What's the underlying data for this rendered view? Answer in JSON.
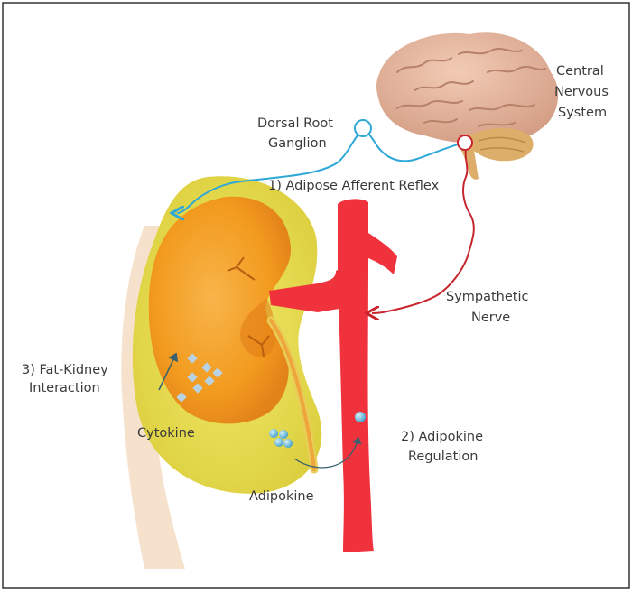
{
  "labels": {
    "cns_line1": "Central",
    "cns_line2": "Nervous",
    "cns_line3": "System",
    "drg_line1": "Dorsal Root",
    "drg_line2": "Ganglion",
    "reflex": "1) Adipose Afferent Reflex",
    "sym_line1": "Sympathetic",
    "sym_line2": "Nerve",
    "fki_line1": "3) Fat-Kidney",
    "fki_line2": "Interaction",
    "cytokine": "Cytokine",
    "adipokine": "Adipokine",
    "reg_line1": "2) Adipokine",
    "reg_line2": "Regulation"
  },
  "colors": {
    "border": "#333333",
    "fat": "#e8e04c",
    "kidney": "#f29a1e",
    "vessel": "#f0323c",
    "afferent_nerve": "#2fa8d8",
    "sympathetic_nerve": "#c8262e",
    "brain": "#e3b49a",
    "cerebellum": "#dcae6a",
    "skin": "#f6e2cc",
    "cytokine_dot": "#b7d3e3",
    "adipokine_dot": "#5fb6d9"
  }
}
